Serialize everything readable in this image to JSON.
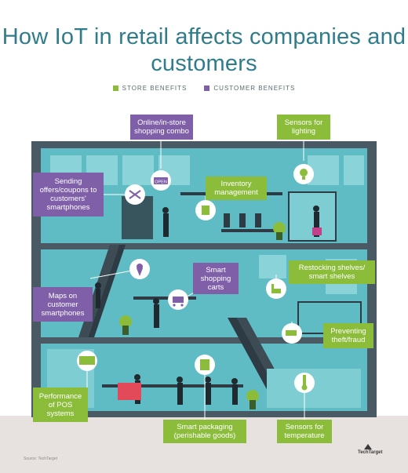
{
  "title": "How IoT in retail affects companies and customers",
  "legend": {
    "store": {
      "label": "STORE BENEFITS",
      "color": "#8bbd3b"
    },
    "customer": {
      "label": "CUSTOMER BENEFITS",
      "color": "#7e5fa8"
    }
  },
  "labels": {
    "online_instore": "Online/in-store shopping combo",
    "sensors_lighting": "Sensors for lighting",
    "sending_offers": "Sending offers/coupons to customers' smartphones",
    "inventory": "Inventory management",
    "restocking": "Restocking shelves/ smart shelves",
    "smart_carts": "Smart shopping carts",
    "maps": "Maps on customer smartphones",
    "preventing": "Preventing theft/fraud",
    "pos": "Performance of POS systems",
    "packaging": "Smart packaging (perishable goods)",
    "temperature": "Sensors for temperature"
  },
  "signs": {
    "open": "OPEN"
  },
  "footer": {
    "source": "Source: TechTarget",
    "logo": "TechTarget"
  },
  "colors": {
    "building": "#5fbcc4",
    "frame": "#4a5a64",
    "stair": "#2e3a44",
    "accent": "#2f7d8c"
  }
}
